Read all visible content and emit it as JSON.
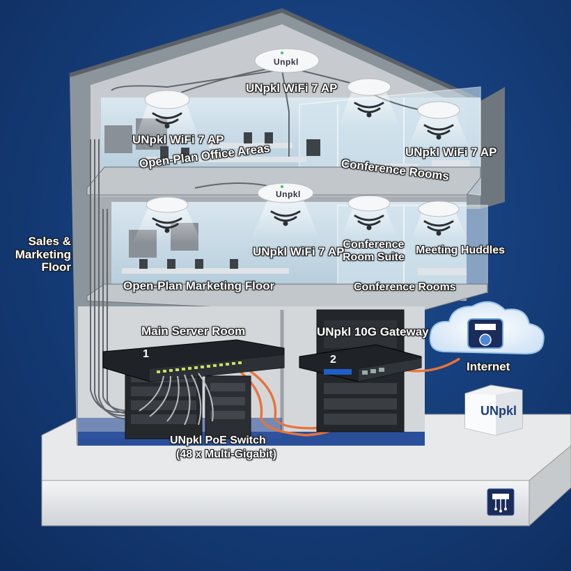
{
  "side_label": "Sales & Marketing Floor",
  "ap_brand": "Unpkl",
  "kiosk_brand": "UNpkl",
  "upper_floor": {
    "ap_label_top": "UNpkl WiFi 7 AP",
    "ap_label_left": "UNpkl WiFi 7 AP",
    "ap_label_right": "UNpkl WiFi 7 AP",
    "area_left": "Open-Plan Office Areas",
    "area_right": "Conference Rooms"
  },
  "middle_floor": {
    "ap_label": "UNpkl WiFi 7 AP",
    "conference_suite": "Conference\nRoom Suite",
    "meeting_huddles": "Meeting Huddles",
    "area_left": "Open-Plan Marketing Floor",
    "area_right": "Conference Rooms"
  },
  "ground_floor": {
    "server_room": "Main Server Room",
    "gateway": "UNpkl 10G Gateway",
    "switch_line1": "UNpkl PoE Switch",
    "switch_line2": "(48 x Multi-Gigabit)",
    "marker_1": "1",
    "marker_2": "2"
  },
  "internet_label": "Internet",
  "colors": {
    "background": "#163f7c",
    "cable_orange": "#e8733a",
    "floor_blue": "#2a4f9a",
    "glass": "#c6dbe8"
  },
  "icons": [
    "access-point-icon",
    "wifi-signal-icon",
    "cloud-icon",
    "network-topology-icon",
    "server-rack-icon"
  ]
}
